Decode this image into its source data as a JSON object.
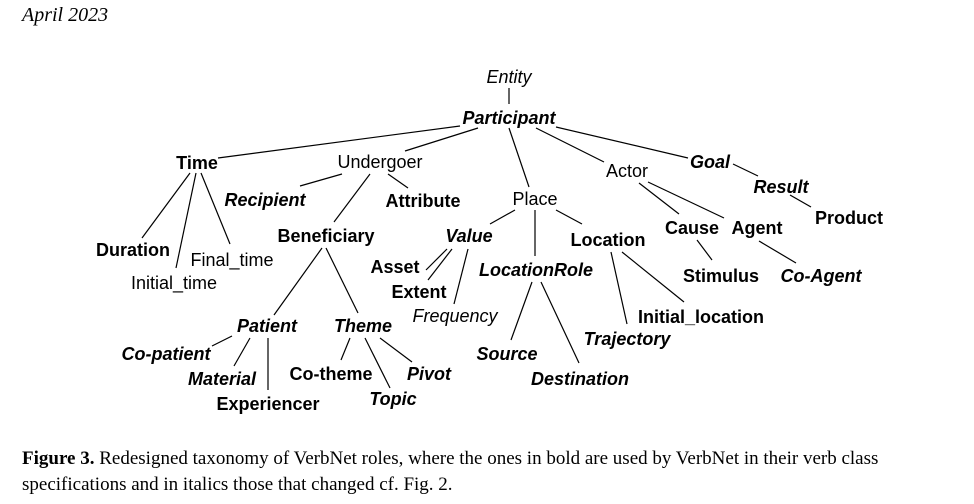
{
  "header": {
    "date": "April 2023"
  },
  "caption": {
    "label": "Figure 3.",
    "text": "Redesigned taxonomy of VerbNet roles, where the ones in bold are used by VerbNet in their verb class specifications and in italics those that changed cf. Fig. 2."
  },
  "nodes": {
    "entity": "Entity",
    "participant": "Participant",
    "time": "Time",
    "undergoer": "Undergoer",
    "actor": "Actor",
    "goal": "Goal",
    "result": "Result",
    "product": "Product",
    "recipient": "Recipient",
    "attribute": "Attribute",
    "place": "Place",
    "duration": "Duration",
    "final_time": "Final_time",
    "initial_time": "Initial_time",
    "beneficiary": "Beneficiary",
    "value": "Value",
    "location": "Location",
    "cause": "Cause",
    "agent": "Agent",
    "asset": "Asset",
    "extent": "Extent",
    "frequency": "Frequency",
    "location_role": "LocationRole",
    "stimulus": "Stimulus",
    "co_agent": "Co-Agent",
    "initial_location": "Initial_location",
    "trajectory": "Trajectory",
    "patient": "Patient",
    "theme": "Theme",
    "co_patient": "Co-patient",
    "material": "Material",
    "experiencer": "Experiencer",
    "co_theme": "Co-theme",
    "pivot": "Pivot",
    "topic": "Topic",
    "source": "Source",
    "destination": "Destination"
  }
}
